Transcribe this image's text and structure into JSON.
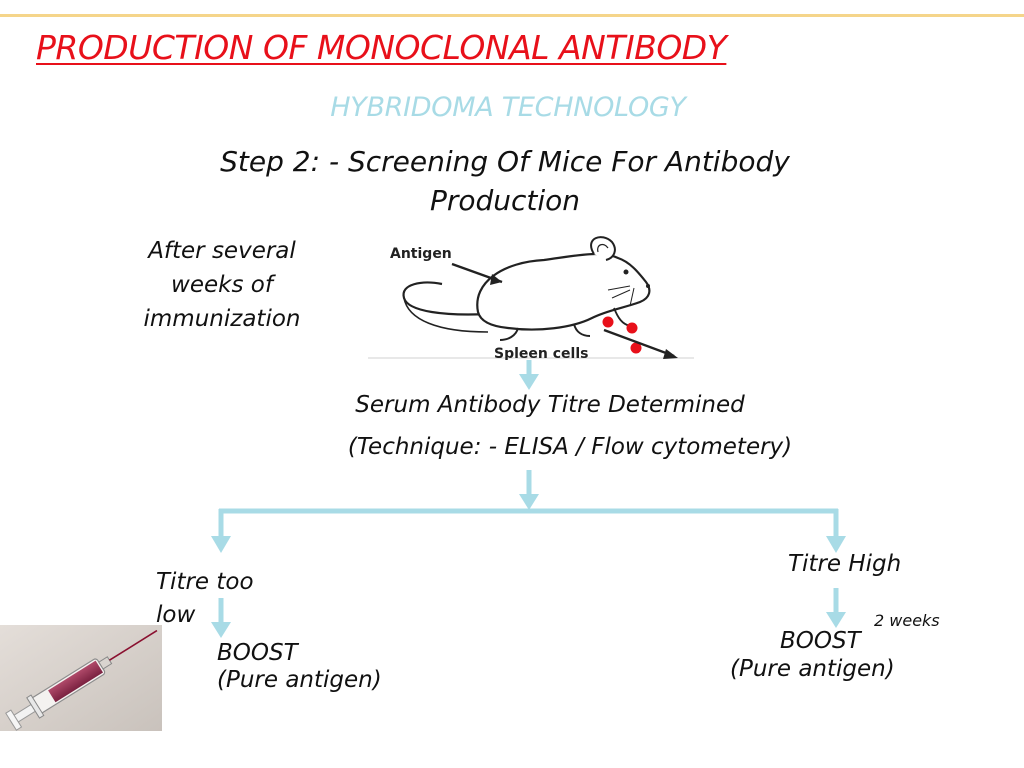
{
  "slide": {
    "title": "PRODUCTION OF MONOCLONAL ANTIBODY",
    "subtitle": "HYBRIDOMA TECHNOLOGY",
    "step_line_1": "Step 2: - Screening Of Mice For Antibody",
    "step_line_2": "Production"
  },
  "diagram": {
    "after_line_1": "After several",
    "after_line_2": "weeks of",
    "after_line_3": "immunization",
    "mouse_label_antigen": "Antigen",
    "mouse_label_spleen": "Spleen cells",
    "serum": "Serum Antibody Titre Determined",
    "technique": "(Technique: - ELISA / Flow cytometery)",
    "low_branch": {
      "label_line_1": "Titre too",
      "label_line_2": "low",
      "boost": "BOOST",
      "boost_detail": "(Pure antigen)"
    },
    "high_branch": {
      "label": "Titre High",
      "interval": "2 weeks",
      "boost": "BOOST",
      "boost_detail": "(Pure antigen)"
    }
  },
  "colors": {
    "title": "#e8101a",
    "subtitle": "#a8dbe6",
    "arrow": "#a8dbe6",
    "top_rule": "#f5d58a",
    "spleen_cells": "#e8101a"
  },
  "icons": {
    "mouse": "mouse-illustration",
    "syringe": "syringe-photo"
  }
}
